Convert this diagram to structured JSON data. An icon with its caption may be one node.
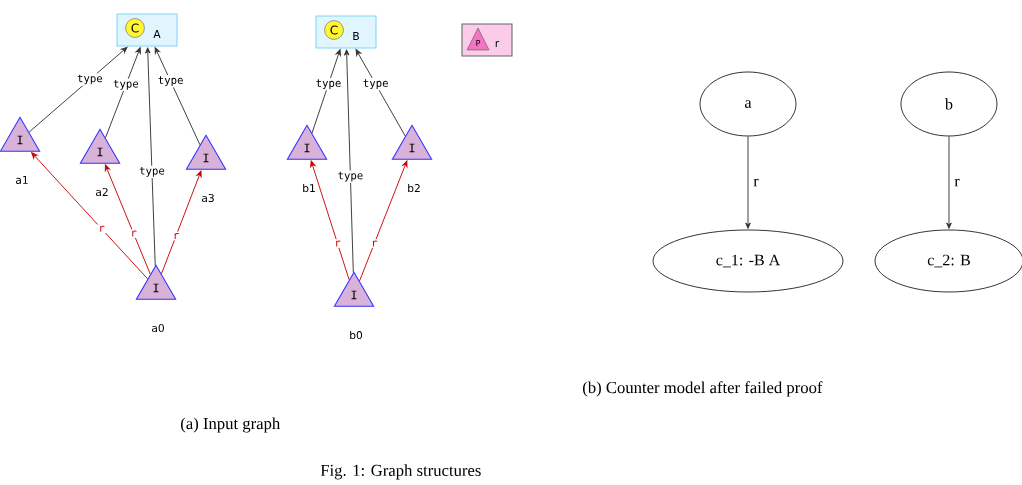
{
  "diagram": {
    "caption": "Fig. 1: Graph structures",
    "nodes": [
      {
        "text": [
          "C",
          "A"
        ]
      },
      {
        "text": [
          "I"
        ],
        "beside": [
          "a1"
        ]
      },
      {
        "text": [
          "I"
        ],
        "beside": [
          "a2"
        ]
      },
      {
        "text": [
          "I"
        ],
        "beside": [
          "a3"
        ]
      },
      {
        "text": [
          "I"
        ],
        "beside": [
          "a0"
        ]
      },
      {
        "text": [
          "C",
          "B"
        ]
      },
      {
        "text": [
          "I"
        ],
        "beside": [
          "b1"
        ]
      },
      {
        "text": [
          "I"
        ],
        "beside": [
          "b2"
        ]
      },
      {
        "text": [
          "I"
        ],
        "beside": [
          "b0"
        ]
      },
      {
        "text": [
          "P",
          "r"
        ]
      },
      {
        "text": [
          "a"
        ]
      },
      {
        "text": [
          "c_1: -B A"
        ]
      },
      {
        "text": [
          "b"
        ]
      },
      {
        "text": [
          "c_2: B"
        ]
      }
    ],
    "edges": [
      {
        "from": 1,
        "to": 0,
        "arrow": "to",
        "label": "type"
      },
      {
        "from": 2,
        "to": 0,
        "arrow": "to",
        "label": "type"
      },
      {
        "from": 4,
        "to": 0,
        "arrow": "to",
        "label": "type"
      },
      {
        "from": 3,
        "to": 0,
        "arrow": "to",
        "label": "type"
      },
      {
        "from": 4,
        "to": 1,
        "arrow": "to",
        "label": "r",
        "color": "#cc0000"
      },
      {
        "from": 4,
        "to": 2,
        "arrow": "to",
        "label": "r",
        "color": "#cc0000"
      },
      {
        "from": 4,
        "to": 3,
        "arrow": "to",
        "label": "r",
        "color": "#cc0000"
      },
      {
        "from": 6,
        "to": 5,
        "arrow": "to",
        "label": "type"
      },
      {
        "from": 8,
        "to": 5,
        "arrow": "to",
        "label": "type"
      },
      {
        "from": 7,
        "to": 5,
        "arrow": "to",
        "label": "type"
      },
      {
        "from": 8,
        "to": 6,
        "arrow": "to",
        "label": "r",
        "color": "#cc0000"
      },
      {
        "from": 8,
        "to": 7,
        "arrow": "to",
        "label": "r",
        "color": "#cc0000"
      },
      {
        "from": 10,
        "to": 11,
        "arrow": "to",
        "label": "r"
      },
      {
        "from": 12,
        "to": 13,
        "arrow": "to",
        "label": "r"
      }
    ],
    "labels": [
      "(a) Input graph",
      "(b) Counter model after failed proof"
    ]
  }
}
